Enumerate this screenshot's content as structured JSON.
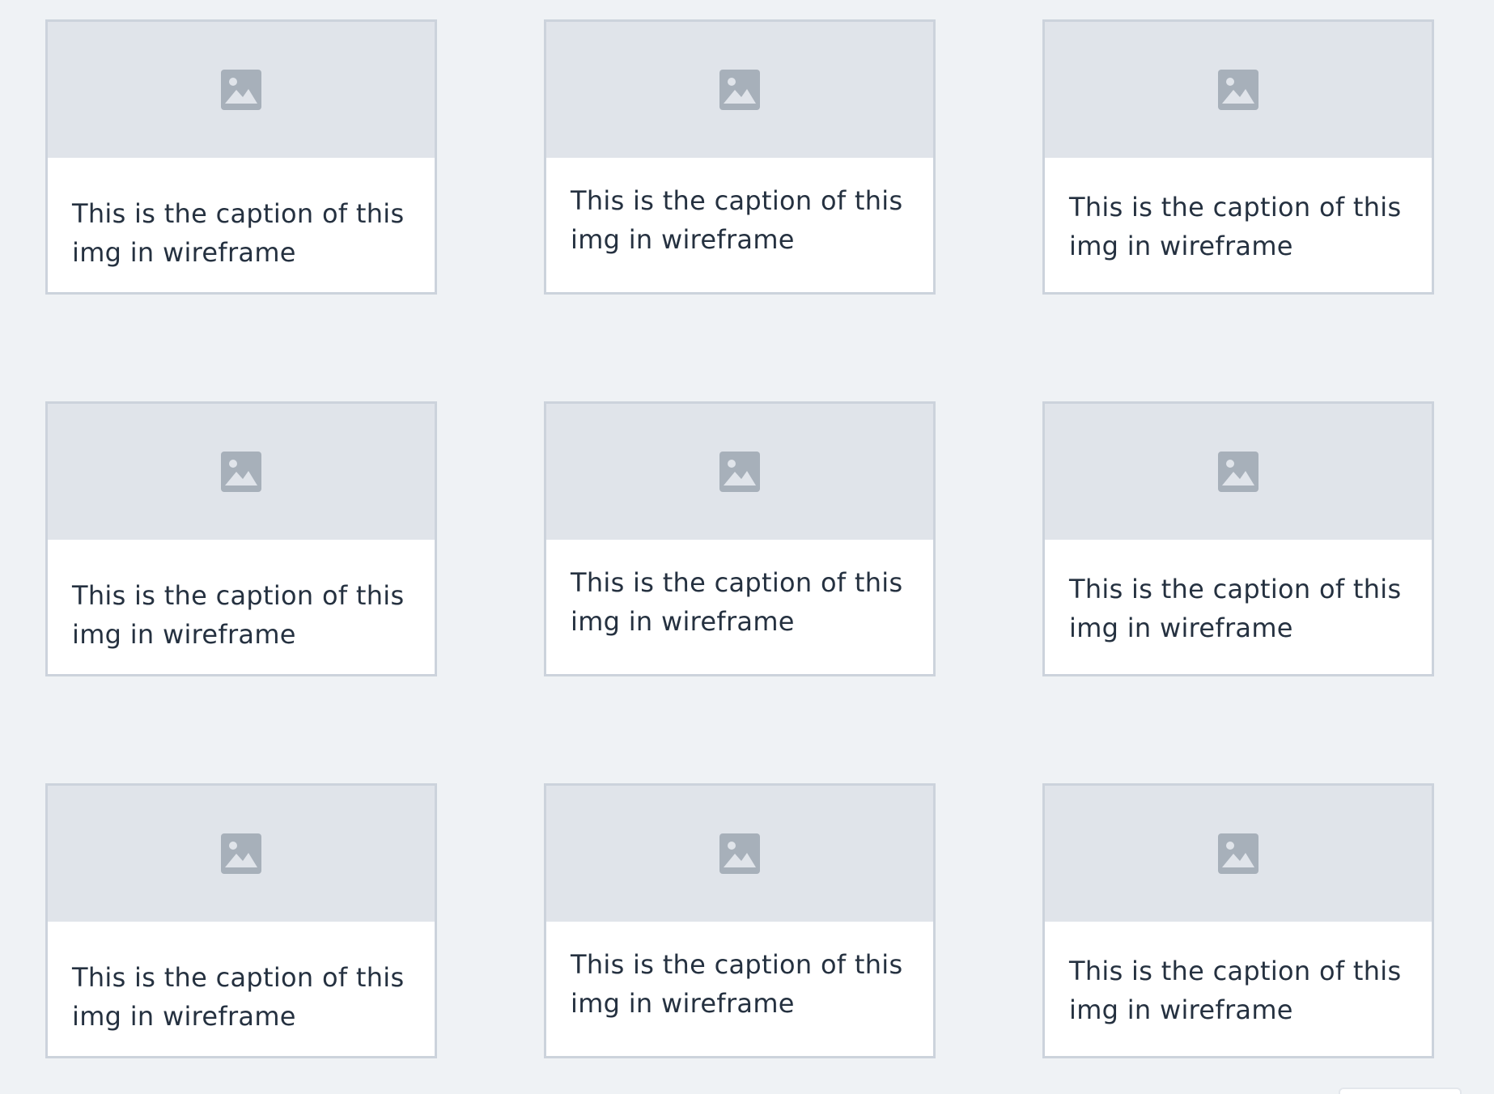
{
  "colors": {
    "page_background": "#eff2f5",
    "card_border": "#ccd3dc",
    "thumb_background": "#e0e4ea",
    "icon": "#a7b0ba",
    "caption_text": "#253140"
  },
  "cards": [
    {
      "icon": "image-placeholder-icon",
      "caption": "This is the caption of this img in wireframe"
    },
    {
      "icon": "image-placeholder-icon",
      "caption": "This is the caption of this img in wireframe"
    },
    {
      "icon": "image-placeholder-icon",
      "caption": "This is the caption of this img in wireframe"
    },
    {
      "icon": "image-placeholder-icon",
      "caption": "This is the caption of this img in wireframe"
    },
    {
      "icon": "image-placeholder-icon",
      "caption": "This is the caption of this img in wireframe"
    },
    {
      "icon": "image-placeholder-icon",
      "caption": "This is the caption of this img in wireframe"
    },
    {
      "icon": "image-placeholder-icon",
      "caption": "This is the caption of this img in wireframe"
    },
    {
      "icon": "image-placeholder-icon",
      "caption": "This is the caption of this img in wireframe"
    },
    {
      "icon": "image-placeholder-icon",
      "caption": "This is the caption of this img in wireframe"
    }
  ]
}
